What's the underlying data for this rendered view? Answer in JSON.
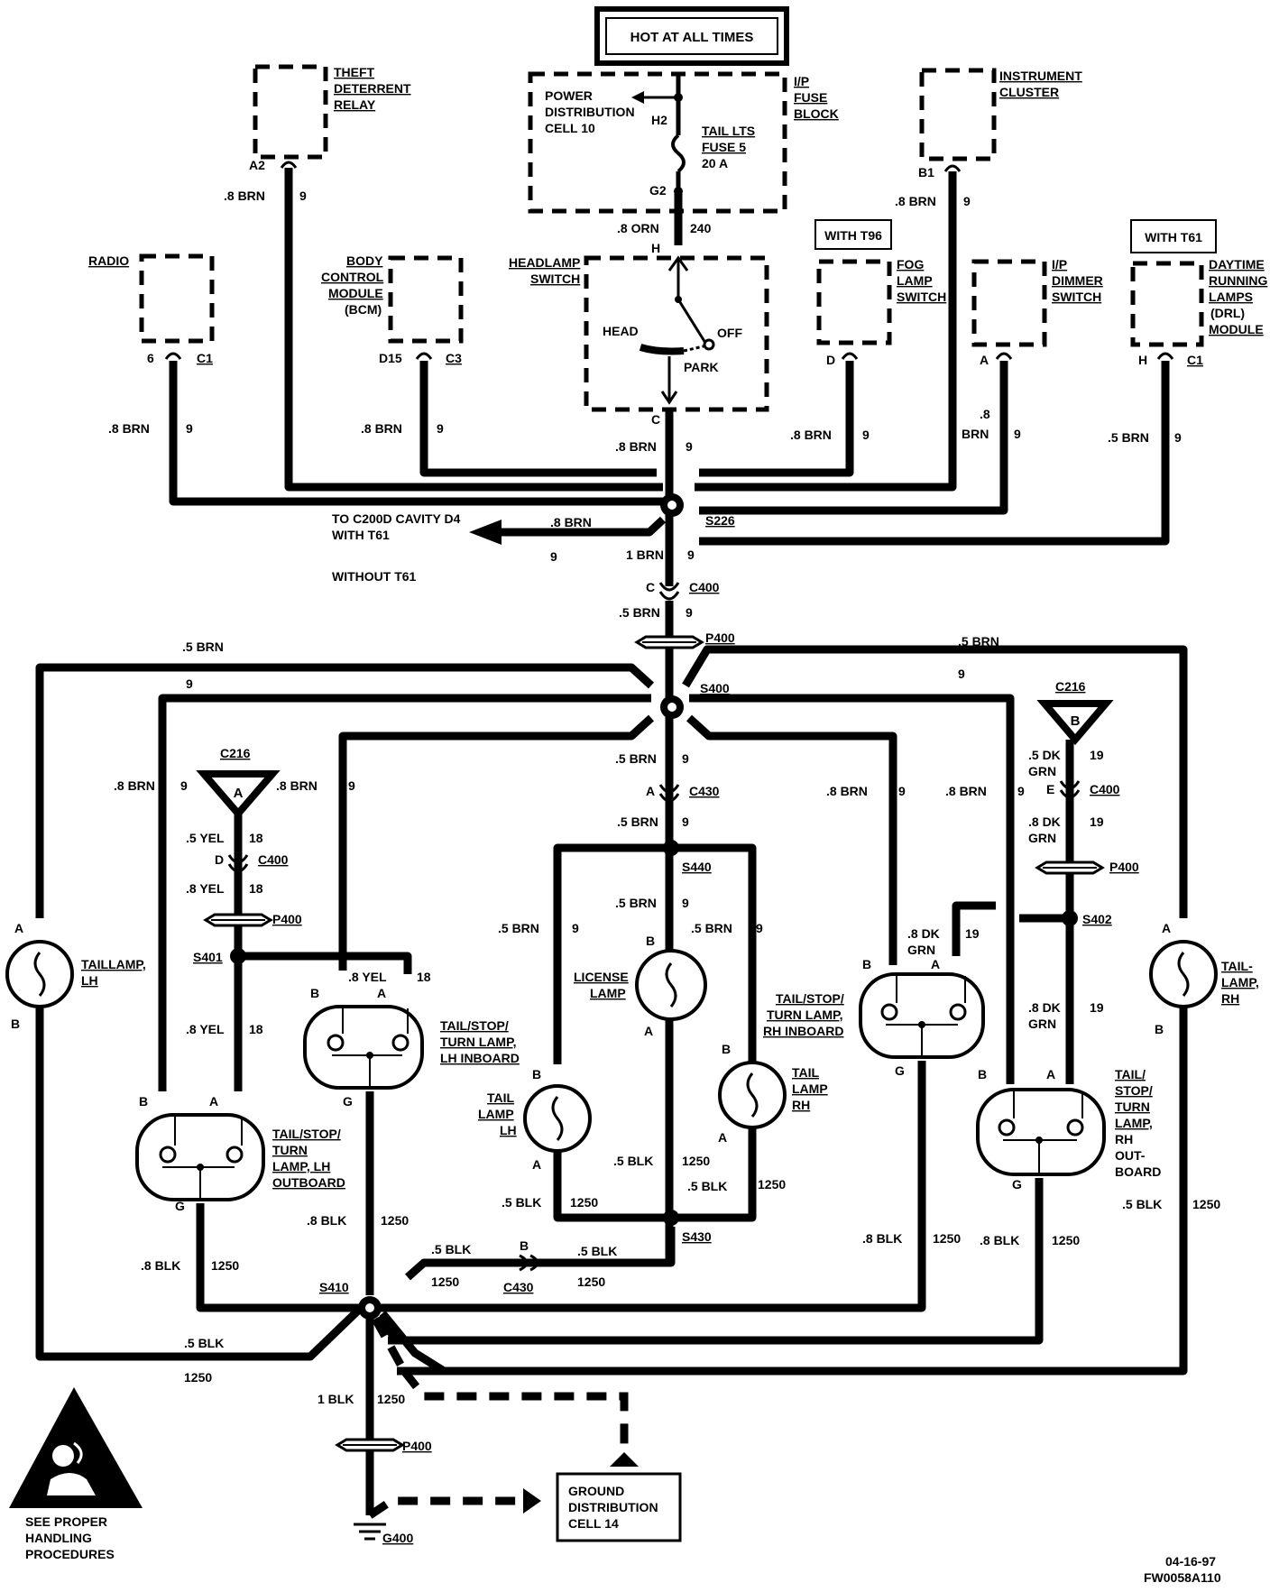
{
  "hot_label": "HOT AT ALL TIMES",
  "fuse_block": {
    "pdc": [
      "POWER",
      "DISTRIBUTION",
      "CELL  10"
    ],
    "block": [
      "I/P",
      "FUSE",
      "BLOCK"
    ],
    "fuse": [
      "TAIL LTS",
      "FUSE  5",
      "20 A"
    ],
    "h2": "H2",
    "g2": "G2"
  },
  "components": {
    "theft": [
      "THEFT",
      "DETERRENT",
      "RELAY"
    ],
    "cluster": [
      "INSTRUMENT",
      "CLUSTER"
    ],
    "radio": "RADIO",
    "bcm": [
      "BODY",
      "CONTROL",
      "MODULE",
      "(BCM)"
    ],
    "headlamp": [
      "HEADLAMP",
      "SWITCH"
    ],
    "head": "HEAD",
    "off": "OFF",
    "park": "PARK",
    "fog": [
      "FOG",
      "LAMP",
      "SWITCH"
    ],
    "dimmer": [
      "I/P",
      "DIMMER",
      "SWITCH"
    ],
    "drl": [
      "DAYTIME",
      "RUNNING",
      "LAMPS",
      "(DRL)",
      "MODULE"
    ],
    "with_t96": "WITH T96",
    "with_t61": "WITH T61",
    "to_c200d": [
      "TO C200D CAVITY D4",
      "WITH T61"
    ],
    "without_t61": "WITHOUT T61",
    "taillamp_lh": [
      "TAILLAMP,",
      "LH"
    ],
    "taillamp_rh": [
      "TAIL-",
      "LAMP,",
      "RH"
    ],
    "tst_lh_in": [
      "TAIL/STOP/",
      "TURN LAMP,",
      "LH INBOARD"
    ],
    "tst_lh_out": [
      "TAIL/STOP/",
      "TURN",
      "LAMP, LH",
      "OUTBOARD"
    ],
    "license": [
      "LICENSE",
      "LAMP"
    ],
    "tail_lamp_lh": [
      "TAIL",
      "LAMP",
      "LH"
    ],
    "tail_lamp_rh": [
      "TAIL",
      "LAMP",
      "RH"
    ],
    "tst_rh_in": [
      "TAIL/STOP/",
      "TURN LAMP,",
      "RH INBOARD"
    ],
    "tst_rh_out": [
      "TAIL/",
      "STOP/",
      "TURN",
      "LAMP,",
      "RH",
      "OUT-",
      "BOARD"
    ],
    "ground_dist": [
      "GROUND",
      "DISTRIBUTION",
      "CELL  14"
    ],
    "handling": [
      "SEE PROPER",
      "HANDLING",
      "PROCEDURES"
    ]
  },
  "connectors": {
    "c1": "C1",
    "c3": "C3",
    "c400": "C400",
    "c430": "C430",
    "c216": "C216",
    "p400": "P400",
    "s226": "S226",
    "s400": "S400",
    "s401": "S401",
    "s402": "S402",
    "s410": "S410",
    "s430": "S430",
    "s440": "S440",
    "g400": "G400"
  },
  "pins": {
    "a": "A",
    "b": "B",
    "c": "C",
    "d": "D",
    "e": "E",
    "g": "G",
    "h": "H",
    "a2": "A2",
    "b1": "B1",
    "six": "6",
    "d15": "D15",
    "tri_a": "A",
    "tri_b": "B"
  },
  "wires": {
    "brn08": ".8 BRN",
    "brn05": ".5 BRN",
    "brn1": "1 BRN",
    "orn08": ".8 ORN",
    "yel05": ".5 YEL",
    "yel08": ".8 YEL",
    "dkgrn05": [
      ".5 DK",
      "GRN"
    ],
    "dkgrn08": [
      ".8 DK",
      "GRN"
    ],
    "blk05": ".5 BLK",
    "blk08": ".8 BLK",
    "blk1": "1 BLK",
    "c9": "9",
    "c240": "240",
    "c18": "18",
    "c19": "19",
    "c1250": "1250",
    "brn08_split": [
      ".8",
      "BRN"
    ],
    "dkgrn08_inb": [
      ".8 DK",
      "GRN"
    ]
  },
  "footer": [
    "04-16-97",
    "FW0058A110"
  ]
}
